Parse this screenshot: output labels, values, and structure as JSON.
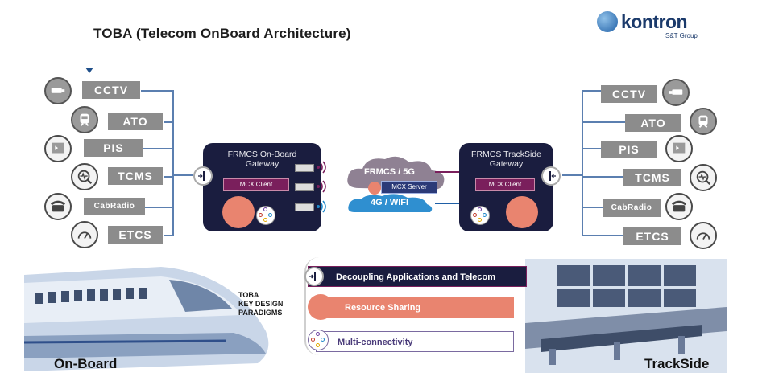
{
  "title": "TOBA (Telecom OnBoard Architecture)",
  "logo": {
    "word": "kontron",
    "sub": "S&T Group"
  },
  "left_items": [
    {
      "label": "CCTV",
      "icon": "cctv-camera-icon"
    },
    {
      "label": "ATO",
      "icon": "train-icon"
    },
    {
      "label": "PIS",
      "icon": "display-icon"
    },
    {
      "label": "TCMS",
      "icon": "monitoring-icon"
    },
    {
      "label": "CabRadio",
      "icon": "telephone-icon"
    },
    {
      "label": "ETCS",
      "icon": "speedometer-icon"
    }
  ],
  "right_items": [
    {
      "label": "CCTV",
      "icon": "cctv-camera-icon"
    },
    {
      "label": "ATO",
      "icon": "train-icon"
    },
    {
      "label": "PIS",
      "icon": "display-icon"
    },
    {
      "label": "TCMS",
      "icon": "monitoring-icon"
    },
    {
      "label": "CabRadio",
      "icon": "telephone-icon"
    },
    {
      "label": "ETCS",
      "icon": "speedometer-icon"
    }
  ],
  "onboard_gateway": {
    "title_line1": "FRMCS On-Board",
    "title_line2": "Gateway",
    "mcx": "MCX Client"
  },
  "trackside_gateway": {
    "title_line1": "FRMCS TrackSide",
    "title_line2": "Gateway",
    "mcx": "MCX Client"
  },
  "network": {
    "frmcs": "FRMCS / 5G",
    "server": "MCX Server",
    "wifi": "4G / WIFI"
  },
  "paradigms": {
    "heading_line1": "TOBA",
    "heading_line2": "KEY DESIGN",
    "heading_line3": "PARADIGMS",
    "items": [
      {
        "label": "Decoupling Applications and Telecom",
        "color": "#1a1d3f"
      },
      {
        "label": "Resource Sharing",
        "color": "#e9846f"
      },
      {
        "label": "Multi-connectivity",
        "color": "#ffffff"
      }
    ]
  },
  "onboard_label": "On-Board",
  "trackside_label": "TrackSide",
  "colors": {
    "gateway": "#1a1d3f",
    "mcx": "#7a1f5c",
    "core": "#e9846f",
    "line": "#5b7fb0",
    "tag": "#8c8c8c"
  }
}
